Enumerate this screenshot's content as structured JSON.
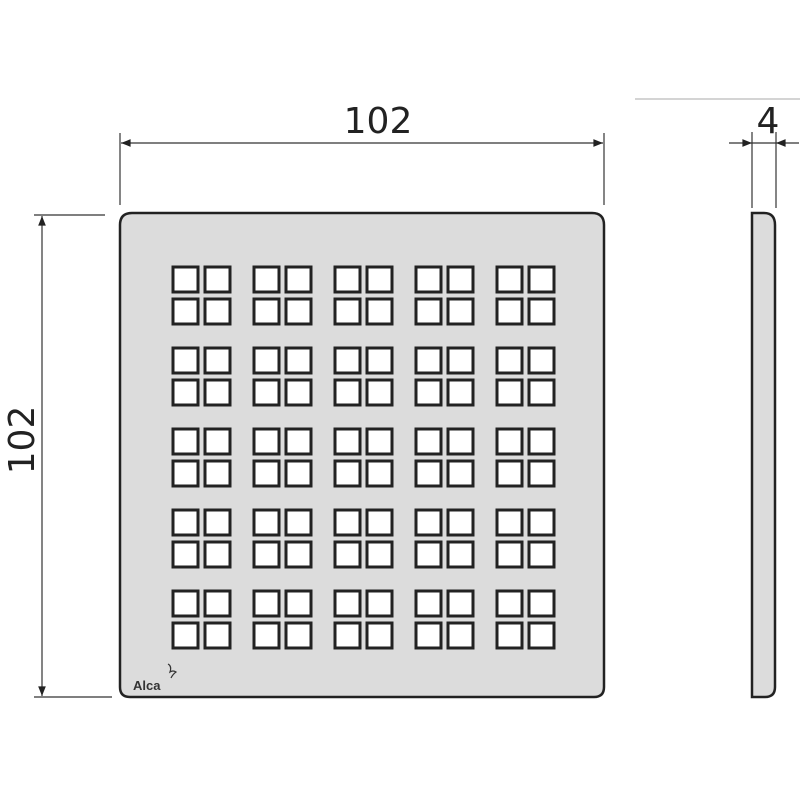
{
  "dimensions": {
    "width_label": "102",
    "height_label": "102",
    "thickness_label": "4"
  },
  "plate": {
    "logo_text": "Alca",
    "pattern": {
      "groups_per_row": 5,
      "groups_per_col": 5,
      "squares_per_group": 4
    },
    "colors": {
      "plate_fill": "#dcdcdc",
      "outline": "#222222",
      "hole_fill": "#ffffff"
    }
  }
}
